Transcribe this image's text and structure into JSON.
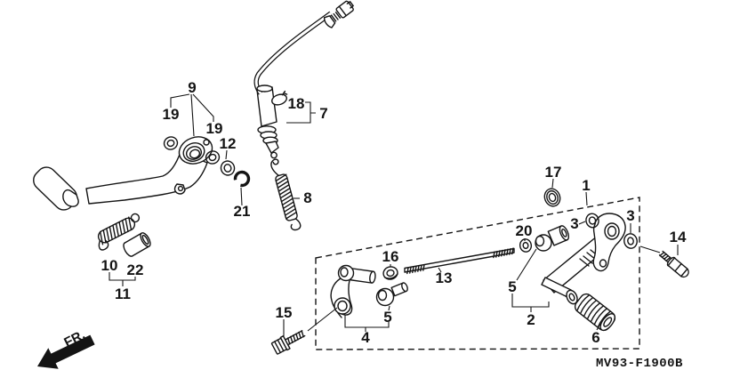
{
  "diagram": {
    "code": "MV93-F1900B",
    "orientation_label": "FR.",
    "line_color": "#141414",
    "background_color": "#ffffff"
  },
  "callouts": [
    {
      "label": "9"
    },
    {
      "label": "19"
    },
    {
      "label": "19"
    },
    {
      "label": "12"
    },
    {
      "label": "21"
    },
    {
      "label": "18"
    },
    {
      "label": "7"
    },
    {
      "label": "8"
    },
    {
      "label": "10"
    },
    {
      "label": "22"
    },
    {
      "label": "11"
    },
    {
      "label": "15"
    },
    {
      "label": "17"
    },
    {
      "label": "1"
    },
    {
      "label": "3"
    },
    {
      "label": "3"
    },
    {
      "label": "14"
    },
    {
      "label": "20"
    },
    {
      "label": "16"
    },
    {
      "label": "13"
    },
    {
      "label": "5"
    },
    {
      "label": "4"
    },
    {
      "label": "5"
    },
    {
      "label": "2"
    },
    {
      "label": "6"
    }
  ]
}
